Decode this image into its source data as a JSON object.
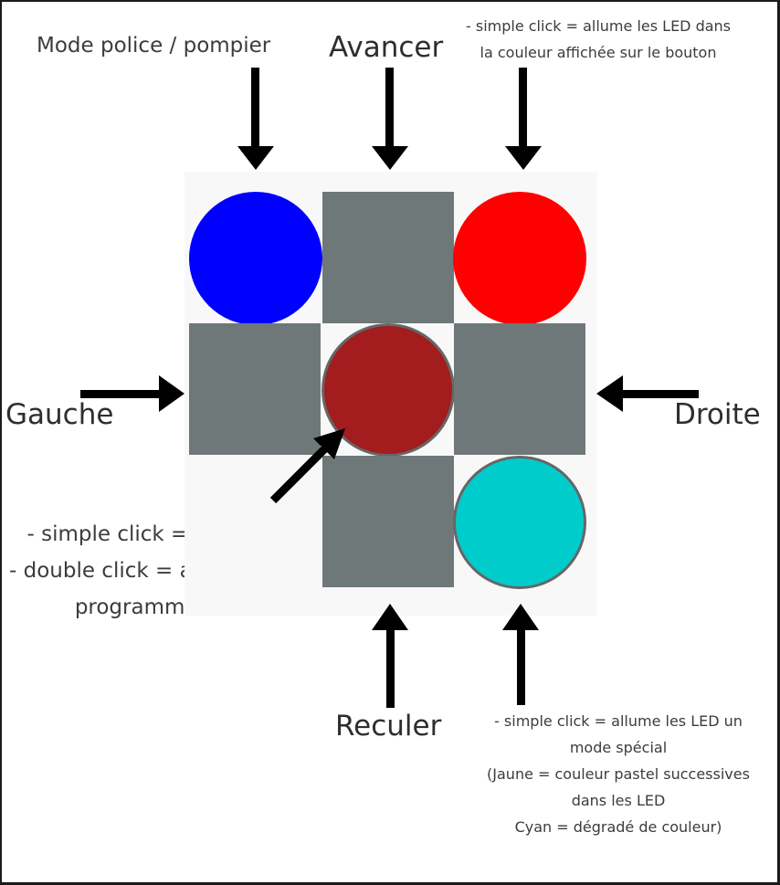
{
  "labels": {
    "mode_police": "Mode police / pompier",
    "avancer": "Avancer",
    "color_click_line1": "- simple click = allume les LED dans",
    "color_click_line2": "la couleur affichée sur le bouton",
    "gauche": "Gauche",
    "droite": "Droite",
    "stop_line1": "- simple click = arrêt",
    "stop_line2": "- double click = arrêt du",
    "stop_line3": "programme",
    "reculer": "Reculer",
    "special_line1": "- simple click = allume les LED un",
    "special_line2": "mode spécial",
    "special_line3": "(Jaune = couleur pastel successives",
    "special_line4": "dans les LED",
    "special_line5": "Cyan = dégradé de couleur)"
  },
  "colors": {
    "blue_button": "#0000ff",
    "red_button": "#ff0000",
    "stop_button": "#a31c1e",
    "cyan_button": "#00cccc",
    "direction_button": "#6f7878",
    "arrow": "#000000",
    "label_text": "#3c3c3c"
  }
}
